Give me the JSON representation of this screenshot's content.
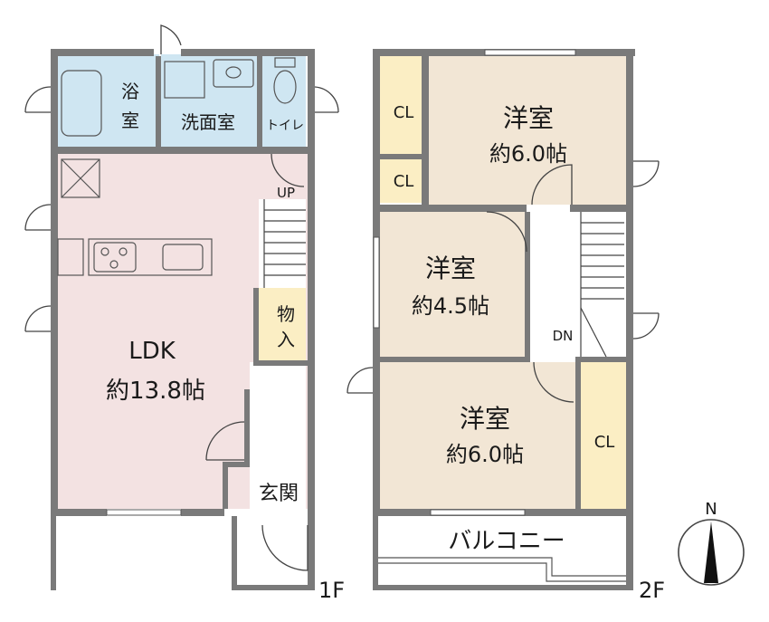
{
  "floor1": {
    "label": "1F",
    "rooms": {
      "bath": "浴\n室",
      "washroom": "洗面室",
      "toilet": "トイレ",
      "ldk_name": "LDK",
      "ldk_size": "約13.8帖",
      "storage": "物\n入",
      "entrance": "玄関",
      "stair_up": "UP"
    }
  },
  "floor2": {
    "label": "2F",
    "rooms": {
      "western1_name": "洋室",
      "western1_size": "約6.0帖",
      "cl1": "CL",
      "cl2": "CL",
      "western2_name": "洋室",
      "western2_size": "約4.5帖",
      "western3_name": "洋室",
      "western3_size": "約6.0帖",
      "cl3": "CL",
      "stair_down": "DN",
      "balcony": "バルコニー"
    }
  },
  "compass": {
    "north": "N"
  },
  "colors": {
    "wall": "#7a7a7a",
    "ldk": "#f3e2e2",
    "wet": "#cfe6f2",
    "western": "#f2e6d5",
    "closet": "#fbeec4",
    "floor_white": "#ffffff"
  }
}
